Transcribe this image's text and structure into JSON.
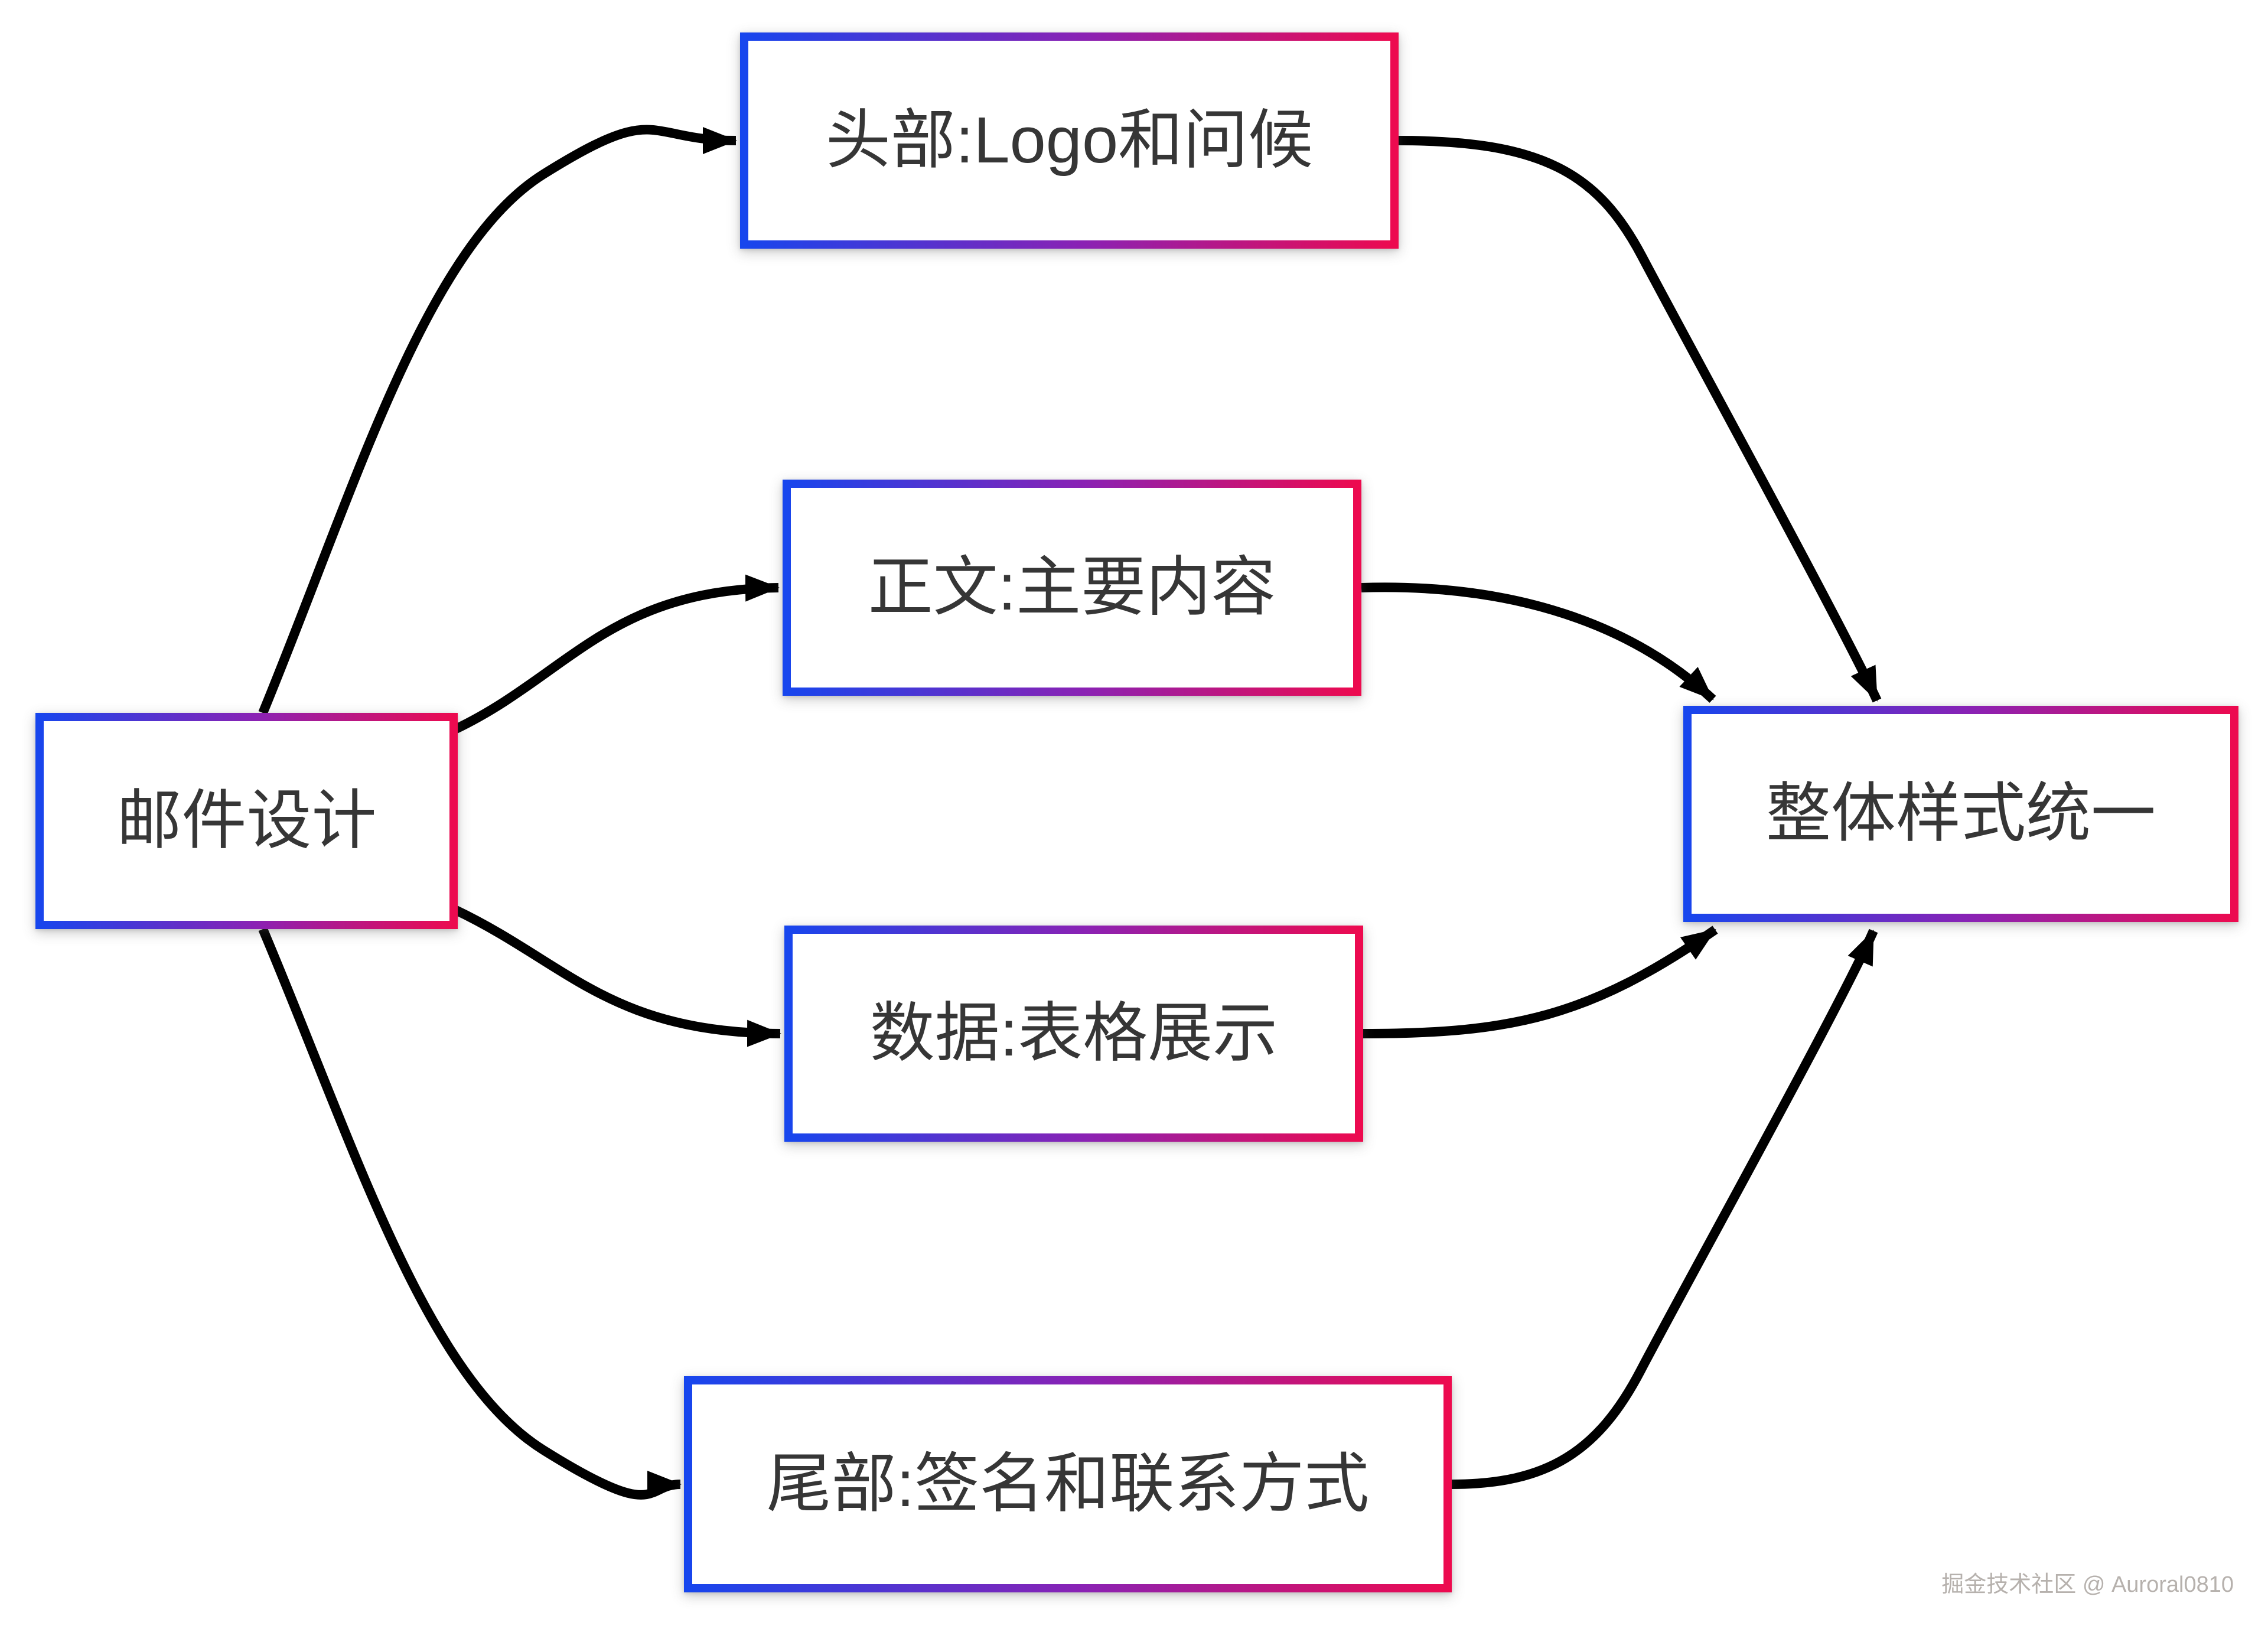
{
  "page": {
    "background": "#ffffff",
    "watermark": "掘金技术社区 @ Auroral0810"
  },
  "diagram": {
    "type": "flowchart",
    "direction": "left-to-right",
    "nodes": {
      "email": {
        "id": "email",
        "label": "邮件设计"
      },
      "header": {
        "id": "header",
        "label": "头部:Logo和问候"
      },
      "body": {
        "id": "body",
        "label": "正文:主要内容"
      },
      "data": {
        "id": "data",
        "label": "数据:表格展示"
      },
      "footer": {
        "id": "footer",
        "label": "尾部:签名和联系方式"
      },
      "unified": {
        "id": "unified",
        "label": "整体样式统一"
      }
    },
    "edges": [
      {
        "from": "email",
        "to": "header"
      },
      {
        "from": "email",
        "to": "body"
      },
      {
        "from": "email",
        "to": "data"
      },
      {
        "from": "email",
        "to": "footer"
      },
      {
        "from": "header",
        "to": "unified"
      },
      {
        "from": "body",
        "to": "unified"
      },
      {
        "from": "data",
        "to": "unified"
      },
      {
        "from": "footer",
        "to": "unified"
      }
    ],
    "colors": {
      "page-bg": "#ffffff",
      "node-border-start": "#1646ee",
      "node-border-mid": "#8a22b4",
      "node-border-end": "#ee0a4e",
      "node-fill": "#ffffff",
      "node-text": "#363636",
      "arrow": "#000000",
      "watermark-color": "#b6b1ad"
    }
  }
}
